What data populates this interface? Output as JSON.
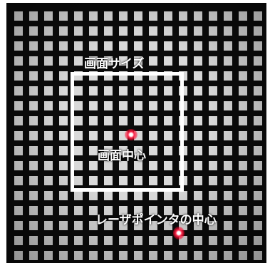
{
  "labels": {
    "screen_size": "画面サイズ",
    "screen_center": "画面中心",
    "laser_center": "レーザポインタの中心"
  },
  "colors": {
    "background": "#0b0b0b",
    "grid_square": "#d9d9d9",
    "frame": "#ffffff",
    "laser": "#ff2a4d",
    "label_text": "#ffffff"
  }
}
